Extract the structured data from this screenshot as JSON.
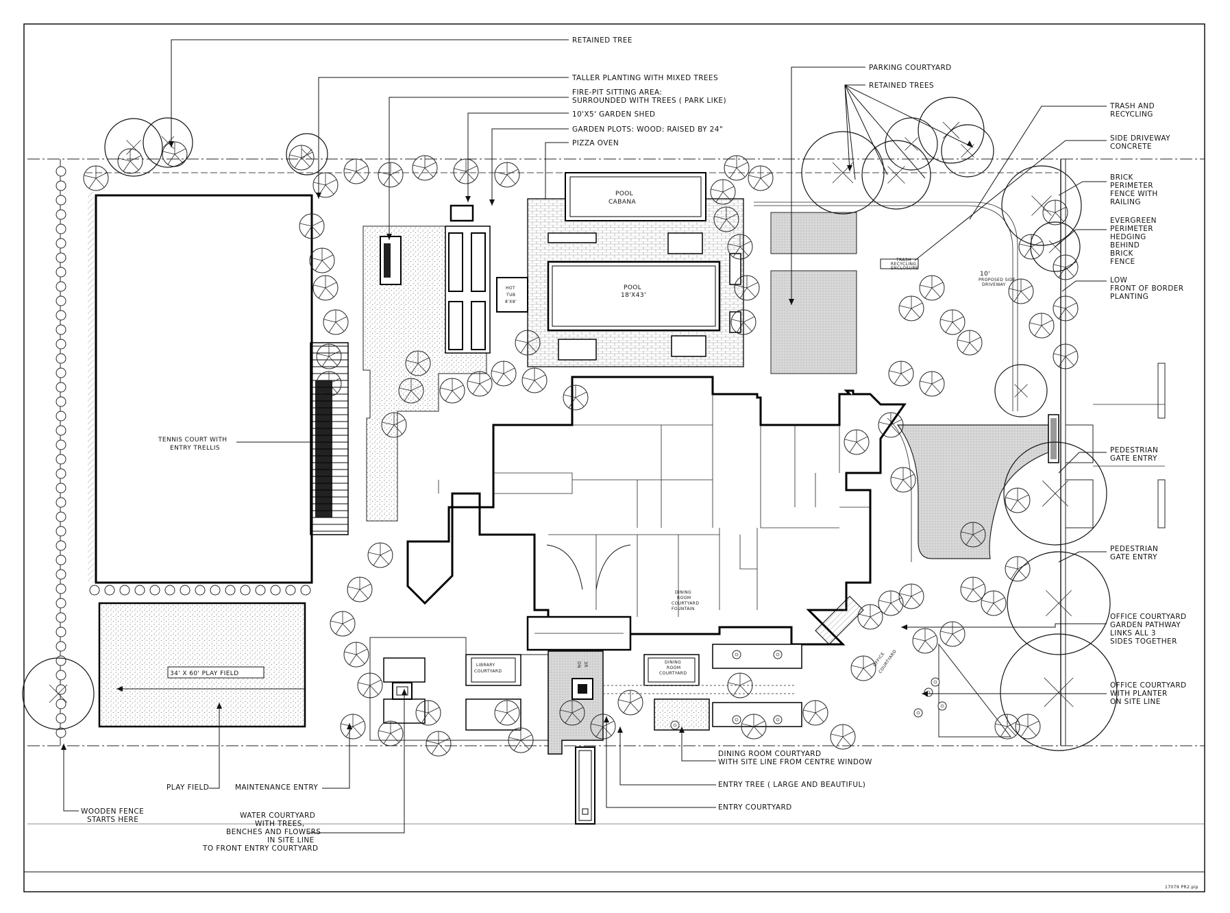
{
  "callouts": {
    "retained_tree": "RETAINED TREE",
    "taller_planting": "TALLER PLANTING WITH MIXED TREES",
    "fire_pit_1": "FIRE-PIT SITTING AREA:",
    "fire_pit_2": "SURROUNDED WITH TREES ( PARK LIKE)",
    "garden_shed": "10'X5' GARDEN SHED",
    "garden_plots": "GARDEN PLOTS: WOOD: RAISED BY 24\"",
    "pizza_oven": "PIZZA OVEN",
    "parking_courtyard": "PARKING COURTYARD",
    "retained_trees": "RETAINED TREES",
    "trash_1": "TRASH AND",
    "trash_2": "RECYCLING",
    "side_driveway_1": "SIDE DRIVEWAY",
    "side_driveway_2": "CONCRETE",
    "brick_fence_1": "BRICK",
    "brick_fence_2": "PERIMETER",
    "brick_fence_3": "FENCE WITH",
    "brick_fence_4": "RAILING",
    "evergreen_1": "EVERGREEN",
    "evergreen_2": "PERIMETER",
    "evergreen_3": "HEDGING",
    "evergreen_4": "BEHIND",
    "evergreen_5": "BRICK",
    "evergreen_6": "FENCE",
    "low_1": "LOW",
    "low_2": "FRONT OF BORDER",
    "low_3": "PLANTING",
    "ped_gate_1a": "PEDESTRIAN",
    "ped_gate_1b": "GATE ENTRY",
    "ped_gate_2a": "PEDESTRIAN",
    "ped_gate_2b": "GATE ENTRY",
    "office_path_1": "OFFICE COURTYARD",
    "office_path_2": "GARDEN PATHWAY",
    "office_path_3": "LINKS ALL 3",
    "office_path_4": "SIDES TOGETHER",
    "office_planter_1": "OFFICE COURTYARD",
    "office_planter_2": "WITH PLANTER",
    "office_planter_3": "ON SITE LINE",
    "dining_courtyard_1": "DINING ROOM COURTYARD",
    "dining_courtyard_2": "WITH SITE LINE FROM CENTRE WINDOW",
    "entry_tree": "ENTRY TREE ( LARGE AND BEAUTIFUL)",
    "entry_courtyard": "ENTRY COURTYARD",
    "play_field": "PLAY FIELD",
    "maintenance_entry": "MAINTENANCE ENTRY",
    "wooden_fence_1": "WOODEN FENCE",
    "wooden_fence_2": "STARTS HERE",
    "water_courtyard_1": "WATER COURTYARD",
    "water_courtyard_2": "WITH TREES,",
    "water_courtyard_3": "BENCHES AND FLOWERS",
    "water_courtyard_4": "IN SITE LINE",
    "water_courtyard_5": "TO FRONT ENTRY COURTYARD"
  },
  "plan_labels": {
    "pool_cabana_1": "POOL",
    "pool_cabana_2": "CABANA",
    "pool_1": "POOL",
    "pool_2": "18'X43'",
    "hot_tub_1": "HOT",
    "hot_tub_2": "TUB",
    "hot_tub_3": "8'X8'",
    "tennis_1": "TENNIS COURT WITH",
    "tennis_2": "ENTRY TRELLIS",
    "play_field_dim": "34' X 60' PLAY FIELD",
    "library_1": "LIBRARY",
    "library_2": "COURTYARD",
    "dining_plan_1": "DINING",
    "dining_plan_2": "ROOM",
    "dining_plan_3": "COURTYARD",
    "dining_fountain_1": "DINING",
    "dining_fountain_2": "ROOM",
    "dining_fountain_3": "COURTYARD",
    "dining_fountain_4": "FOUNTAIN",
    "office_plan_1": "OFFICE",
    "office_plan_2": "COURTYARD",
    "trash_enclosure_1": "TRASH",
    "trash_enclosure_2": "RECYCLING",
    "trash_enclosure_3": "ENCLOSURE",
    "driveway_dim": "10'",
    "proposed_1": "PROPOSED SIDE",
    "proposed_2": "DRIVEWAY",
    "entry_mark_1": "DN",
    "entry_mark_2": "3R"
  },
  "sheet_ref": "17079 PR2.pip"
}
